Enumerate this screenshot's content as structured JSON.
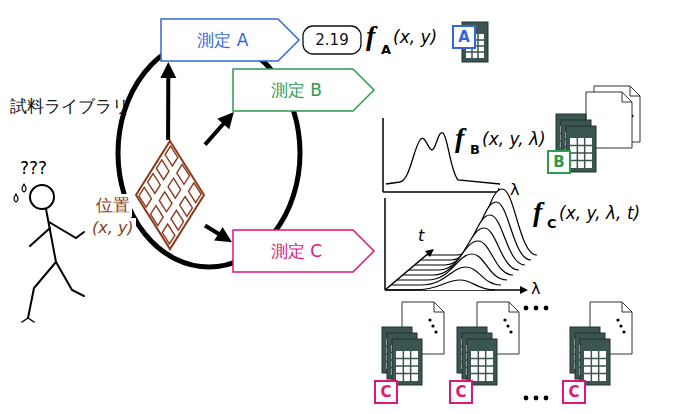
{
  "diagram": {
    "nodes": [
      {
        "text": [
          "測定 A"
        ]
      },
      {
        "text": [
          "2.19"
        ]
      },
      {
        "text": [
          "試料ライブラリ"
        ]
      },
      {
        "text": [
          "測定 B"
        ]
      },
      {
        "text": [
          "測定 C"
        ]
      }
    ],
    "edges": [
      {
        "from": 2,
        "to": 0,
        "arrow": "to"
      },
      {
        "from": 2,
        "to": 3,
        "arrow": "to"
      },
      {
        "from": 2,
        "to": 4,
        "arrow": "to"
      }
    ],
    "labels": [
      "f",
      "A",
      "(x, y)",
      "A",
      "f",
      "B",
      "(x, y, λ)",
      "λ",
      "B",
      "t",
      "λ",
      "f",
      "C",
      "(x, y, λ, t)",
      "C",
      "C",
      "C",
      "位置",
      "(x, y)",
      "???"
    ]
  }
}
